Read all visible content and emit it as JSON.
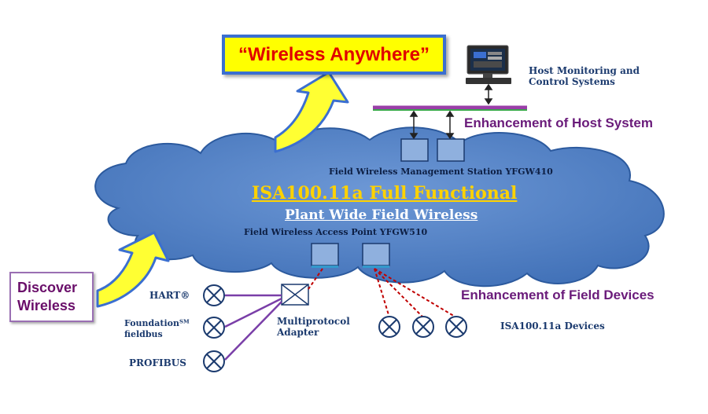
{
  "banner": {
    "text": "“Wireless Anywhere”"
  },
  "discover": {
    "line1": "Discover",
    "line2": "Wireless"
  },
  "host": {
    "line1": "Host Monitoring and",
    "line2": "Control Systems"
  },
  "enh_host": "Enhancement of Host System",
  "enh_field": "Enhancement of Field Devices",
  "cloud": {
    "fwms": "Field Wireless Management Station YFGW410",
    "title": "ISA100.11a Full Functional",
    "subtitle": "Plant Wide Field Wireless",
    "fwap": "Field Wireless Access Point YFGW510"
  },
  "protocols": {
    "hart": "HART®",
    "foundation": "Foundationᵀᴹ",
    "fieldbus": "fieldbus",
    "profibus": "PROFIBUS"
  },
  "adapter": {
    "line1": "Multiprotocol",
    "line2": "Adapter"
  },
  "isa_devices": "ISA100.11a Devices",
  "colors": {
    "cloud_fill": "#4f7fc4",
    "cloud_stroke": "#2c5a9e",
    "arrow_fill": "#ffff33",
    "title_color": "#ffd200",
    "purple": "#6a1b7a",
    "red_dash": "#c00000"
  }
}
